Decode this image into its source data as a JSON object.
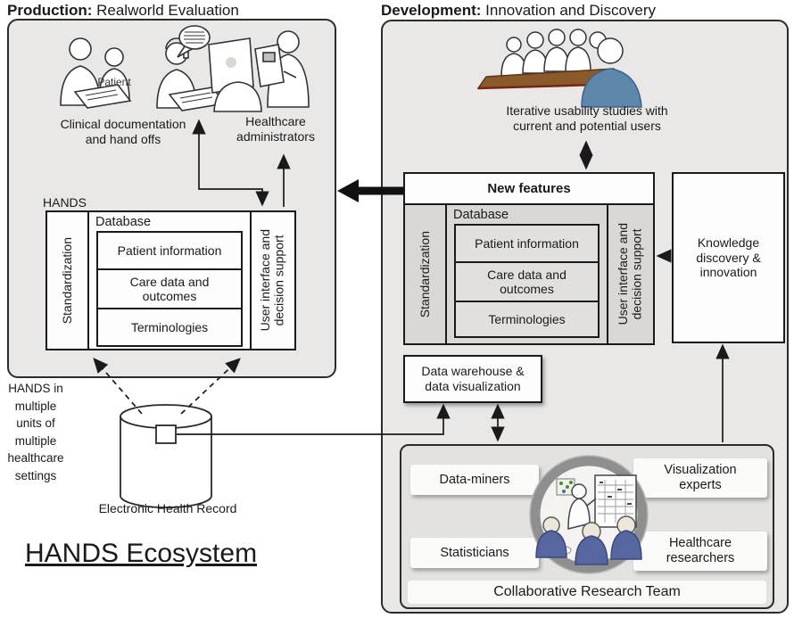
{
  "titles": {
    "production_label": "Production:",
    "production_rest": " Realworld Evaluation",
    "development_label": "Development:",
    "development_rest": " Innovation and Discovery",
    "ecosystem": "HANDS Ecosystem"
  },
  "production": {
    "patient_label": "Patient",
    "clinical_doc_label": "Clinical documentation\nand hand offs",
    "admins_label": "Healthcare\nadministrators",
    "hands_label": "HANDS",
    "hands_box": {
      "standardization": "Standardization",
      "database_label": "Database",
      "db_items": [
        "Patient information",
        "Care data and\noutcomes",
        "Terminologies"
      ],
      "ui_label": "User interface and\ndecision support"
    },
    "multi_units_label": "HANDS in\nmultiple\nunits of\nmultiple\nhealthcare\nsettings",
    "ehr_label": "Electronic Health Record"
  },
  "development": {
    "usability_label": "Iterative usability studies with\ncurrent and potential users",
    "new_features_label": "New features",
    "hands_box": {
      "standardization": "Standardization",
      "database_label": "Database",
      "db_items": [
        "Patient information",
        "Care data and\noutcomes",
        "Terminologies"
      ],
      "ui_label": "User interface and\ndecision support"
    },
    "knowledge_label": "Knowledge\ndiscovery &\ninnovation",
    "warehouse_label": "Data warehouse &\ndata visualization",
    "collab": {
      "members": [
        "Data-miners",
        "Visualization\nexperts",
        "Statisticians",
        "Healthcare\nresearchers"
      ],
      "team_label": "Collaborative Research Team"
    }
  },
  "icons": [
    "clinical-staff-icon",
    "patient-icon",
    "headset-nurse-icon",
    "speech-bubble-icon",
    "monitor-icon",
    "administrator-icon",
    "usability-study-table-icon",
    "ehr-cylinder-icon",
    "research-team-circle-icon",
    "arrow-icons"
  ],
  "colors": {
    "section_fill": "#e9e8e6",
    "dev_inner_gray": "#d9d8d6",
    "accent_blue": "#5e88ab",
    "collab_blue": "#5566a0",
    "table_brown": "#8a5a2b",
    "ring_gray": "#8f8f8f",
    "line_black": "#1a1a1a"
  }
}
